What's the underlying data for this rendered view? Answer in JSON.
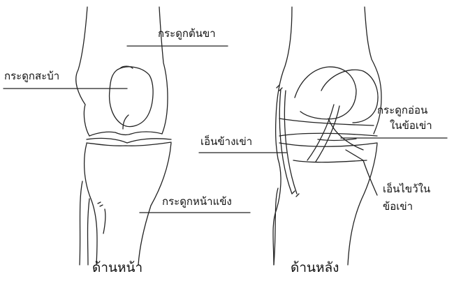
{
  "front_view": {
    "caption": "ด้านหน้า",
    "labels": {
      "femur": "กระดูกต้นขา",
      "patella": "กระดูกสะบ้า",
      "tibia": "กระดูกหน้าแข้ง"
    }
  },
  "back_view": {
    "caption": "ด้านหลัง",
    "labels": {
      "collateral_ligament": "เอ็นข้างเข่า",
      "cartilage_line1": "กระดูกอ่อน",
      "cartilage_line2": "ในข้อเข่า",
      "cruciate_line1": "เอ็นไขว้ใน",
      "cruciate_line2": "ข้อเข่า"
    }
  }
}
